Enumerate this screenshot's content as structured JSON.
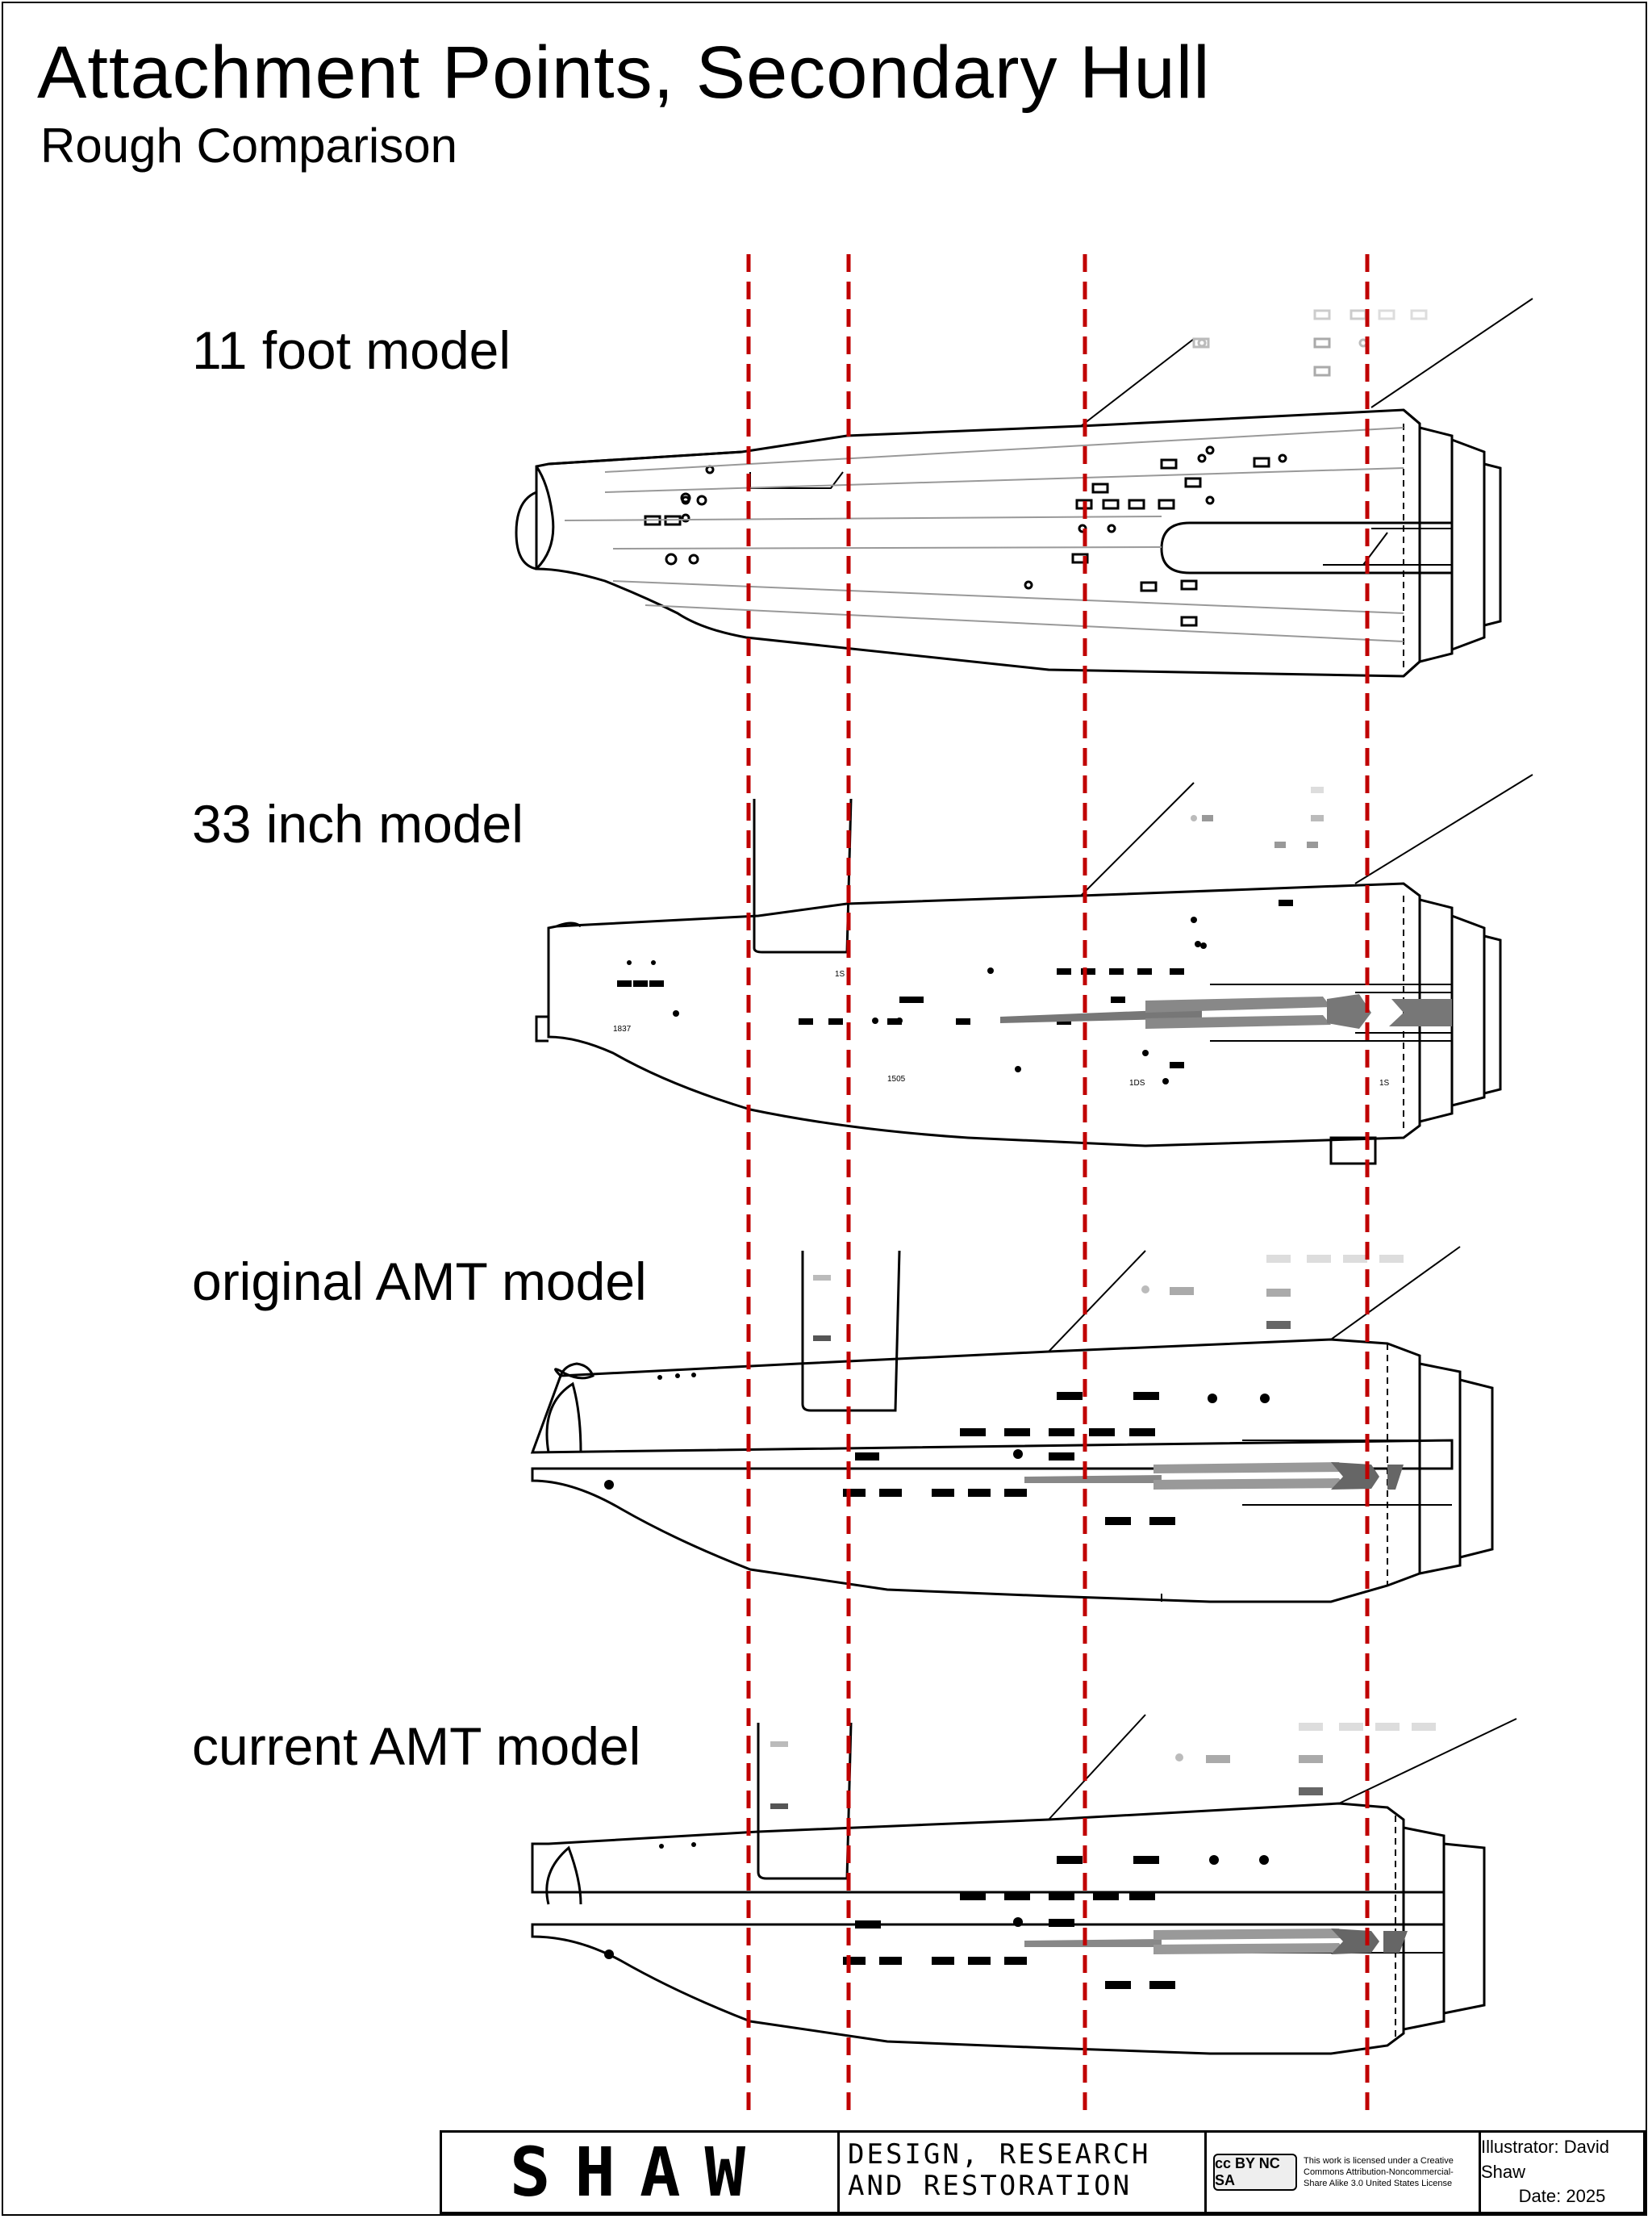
{
  "title": "Attachment Points, Secondary Hull",
  "subtitle": "Rough Comparison",
  "models": [
    {
      "label": "11 foot model"
    },
    {
      "label": "33 inch model"
    },
    {
      "label": "original AMT model"
    },
    {
      "label": "current AMT model"
    }
  ],
  "stamps": [
    "1S",
    "1837",
    "1505",
    "1DS",
    "1S"
  ],
  "footer": {
    "logo": "SHAW",
    "design_line1": "Design, Research",
    "design_line2": "and Restoration",
    "cc_badge": "cc BY NC SA",
    "license_text": "This work is licensed under a Creative Commons Attribution-Noncommercial-Share Alike 3.0 United States License",
    "illustrator": "Illustrator: David Shaw",
    "date": "Date: 2025"
  },
  "colors": {
    "guide_line": "#c00000",
    "hull_line": "#000000",
    "panel_line": "#999999"
  }
}
